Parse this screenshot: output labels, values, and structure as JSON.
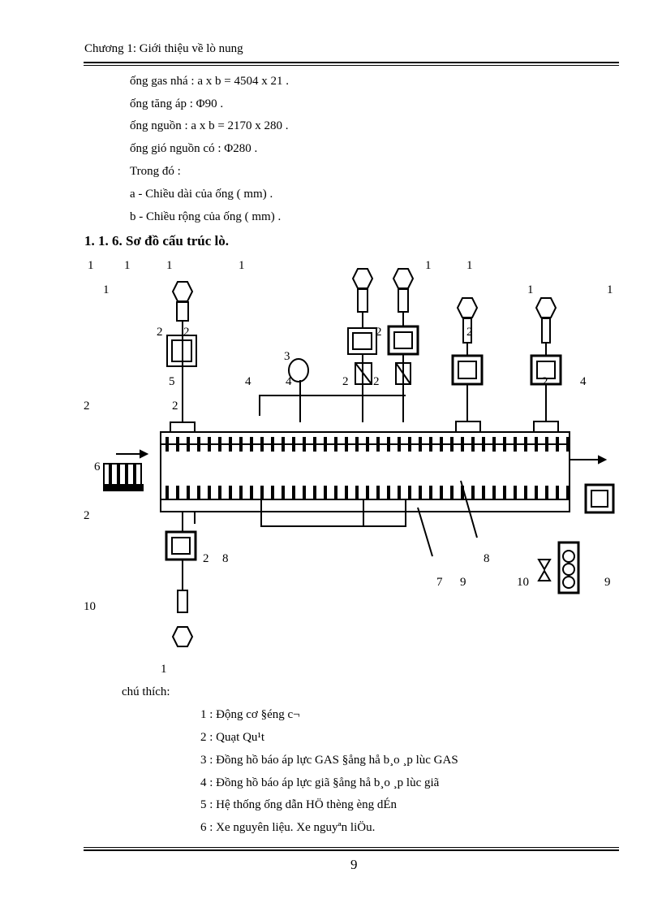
{
  "header": {
    "chapter": "Chương  1: Giới thiệu về lò nung"
  },
  "specs": [
    "ống gas nhá : a x b = 4504 x 21 .",
    "ống tăng áp : Φ90 .",
    "ống nguồn : a x b = 2170 x 280 .",
    "ống gió nguồn có : Φ280 .",
    "Trong đó :",
    "a - Chiều dài của ống ( mm) .",
    "b - Chiều rộng của ống ( mm) ."
  ],
  "section_title": "1. 1. 6. Sơ đồ cấu trúc lò.",
  "diagram_labels": {
    "l_1a": "1",
    "l_1b": "1",
    "l_1c": "1",
    "l_1d": "1",
    "l_1e": "1",
    "l_1f": "1",
    "l_1g": "1",
    "l_1h": "1",
    "l_1i": "1",
    "l_1j": "1",
    "l_2a": "2",
    "l_2b": "2",
    "l_2c": "2",
    "l_2d": "2",
    "l_2e": "2",
    "l_2f": "2",
    "l_2g": "2",
    "l_2h": "2",
    "l_2i": "2",
    "l_2j": "2",
    "l_2k": "2",
    "l_3": "3",
    "l_4a": "4",
    "l_4b": "4",
    "l_4c": "4",
    "l_5": "5",
    "l_6": "6",
    "l_7": "7",
    "l_8a": "8",
    "l_8b": "8",
    "l_9a": "9",
    "l_9b": "9",
    "l_10a": "10",
    "l_10b": "10"
  },
  "legend": {
    "title": "chú thích:",
    "items": [
      "1 : Động cơ   §éng c¬",
      "2 : Quạt         Qu¹t",
      "3 : Đồng hồ báo áp lực GAS         §ång hå b¸o ¸p lùc GAS",
      "4 : Đồng hồ báo áp lực giã  §ång hå b¸o ¸p lùc giã",
      "5 : Hệ thống ống dẫn          HÖ thèng èng dÉn",
      "6 : Xe nguyên liệu.  Xe nguyªn liÖu."
    ]
  },
  "page_number": "9"
}
